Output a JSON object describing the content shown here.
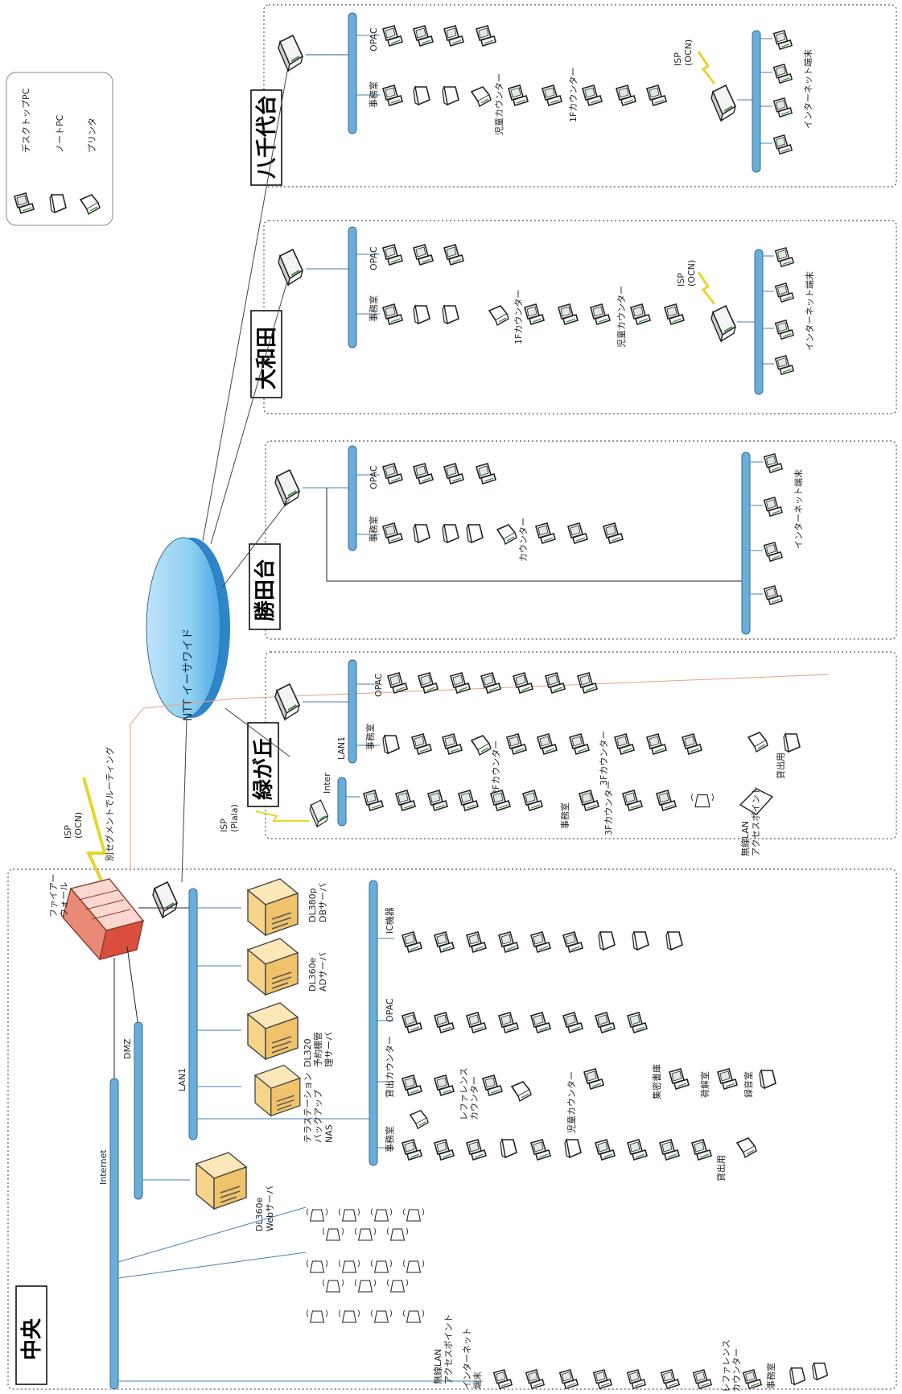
{
  "legend": {
    "desktop": "デスクトップPC",
    "notebook": "ノートPC",
    "printer": "プリンタ"
  },
  "cloud": {
    "label": "NTT イーサワイド"
  },
  "isp_ocn": "ISP\n(OCN)",
  "isp_plala": "ISP\n(Plala)",
  "routing_note": "別セグメントでルーティング",
  "sites": {
    "yachiyodai": {
      "name": "八千代台",
      "labels": {
        "jimu": "事務室",
        "opac": "OPAC",
        "jido": "児童カウンター",
        "f1": "1Fカウンター",
        "inet": "インターネット端末",
        "isp": "ISP\n(OCN)"
      }
    },
    "owada": {
      "name": "大和田",
      "labels": {
        "jimu": "事務室",
        "opac": "OPAC",
        "f1": "1Fカウンター",
        "jido": "児童カウンター",
        "inet": "インターネット端末",
        "isp": "ISP\n(OCN)"
      }
    },
    "katsutadai": {
      "name": "勝田台",
      "labels": {
        "jimu": "事務室",
        "opac": "OPAC",
        "counter": "カウンター",
        "inet": "インターネット端末"
      }
    },
    "midorigaoka": {
      "name": "緑が丘",
      "labels": {
        "lan1": "LAN1",
        "jimu": "事務室",
        "opac": "OPAC",
        "f2": "2Fカウンター",
        "f3": "3Fカウンター",
        "kashi": "貸出用",
        "inter": "Inter",
        "jimu2": "事務室",
        "f3b": "3Fカウンター",
        "wlan": "無線LAN\nアクセスポイント"
      }
    },
    "chuo": {
      "name": "中央",
      "labels": {
        "firewall": "ファイアー\nウォール",
        "lan1": "LAN1",
        "dmz": "DMZ",
        "internet": "Internet",
        "dl380p": "DL380p\nDBサーバ",
        "dl360e_ad": "DL360e\nADサーバ",
        "dl320": "DL320\n予約棚管\n理サーバ",
        "nas": "テラステーション\nバックアップ\nNAS",
        "dl360e_web": "DL360e\nWebサーバ",
        "ic": "IC機器",
        "opac": "OPAC",
        "kashi_counter": "貸出カウンター",
        "jimu": "事務室",
        "ref_counter": "レファレンス\nカウンター",
        "jido_counter": "児童カウンター",
        "shumitsu": "集密書庫",
        "nikai": "荷解室",
        "rokuon": "録音室",
        "kashi": "貸出用",
        "wlan": "無線LAN\nアクセスポイント",
        "inet": "インターネット\n端末",
        "ref_counter2": "レファレンス\nカウンター",
        "jimu2": "事務室"
      }
    }
  }
}
